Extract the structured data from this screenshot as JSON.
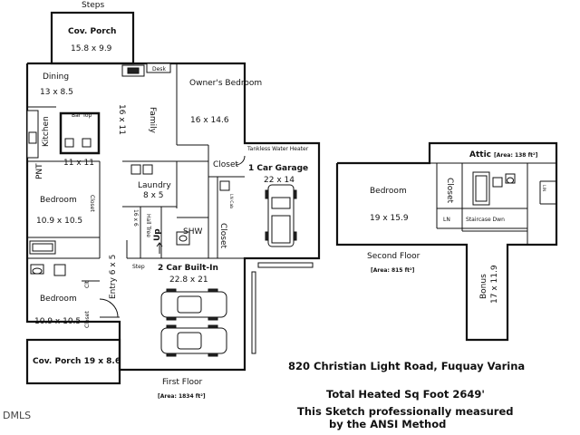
{
  "labels": {
    "steps": "Steps",
    "cov_porch_top": "Cov. Porch",
    "cov_porch_top_size": "15.8 x 9.9",
    "dining": "Dining",
    "dining_size": "13 x 8.5",
    "desk": "Desk",
    "owners_bedroom": "Owner's Bedroom",
    "owners_bedroom_size": "16 x 14.6",
    "family": "Family",
    "family_size": "16 x 11",
    "bar_top": "Bar Top",
    "kitchen": "Kitchen",
    "kitchen_size": "11 x 11",
    "pnt": "PNT",
    "laundry": "Laundry",
    "laundry_size": "8 x 5",
    "bedroom_1": "Bedroom",
    "bedroom_1_size": "10.9 x 10.5",
    "closet_small_1": "Closet",
    "hall_size": "16 x 6",
    "hall": "Hall",
    "hall_tree": "Hall Tree",
    "entry": "Entry 6 x 5",
    "lin": "LIN",
    "shw": "SHW",
    "up": "Up",
    "step": "Step",
    "closet_owner": "Closet",
    "closet_owner_2": "Closet",
    "lin_cab": "LN Cab",
    "tankless": "Tankless Water Heater",
    "garage_1": "1 Car Garage",
    "garage_1_size": "22 x 14",
    "garage_2": "2 Car Built-In",
    "garage_2_size": "22.8 x 21",
    "bedroom_2": "Bedroom",
    "bedroom_2_size": "10.9 x 10.5",
    "clt": "Clt",
    "closet_small_2": "Closet",
    "cov_porch_bottom": "Cov. Porch 19 x 8.6",
    "first_floor": "First Floor",
    "first_floor_area": "[Area: 1834 ft²]",
    "bedroom_up": "Bedroom",
    "bedroom_up_size": "19 x 15.9",
    "closet_up": "Closet",
    "ln_up": "LN",
    "staircase": "Staircase Dwn",
    "attic": "Attic",
    "attic_area": "[Area: 138 ft²]",
    "lin_up": "LIN",
    "second_floor": "Second Floor",
    "second_floor_area": "[Area: 815 ft²]",
    "bonus": "Bonus",
    "bonus_size": "17 x 11.9",
    "address": "820 Christian Light Road, Fuquay Varina",
    "total": "Total Heated Sq Foot 2649'",
    "ansi_line1": "This Sketch professionally measured",
    "ansi_line2": "by the ANSI Method",
    "watermark": "DMLS"
  }
}
